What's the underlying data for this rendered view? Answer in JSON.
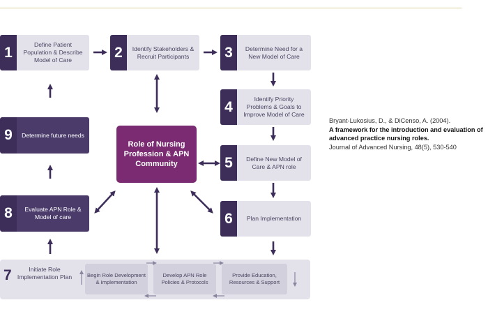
{
  "steps": [
    {
      "num": "1",
      "label": "Define Patient Population & Describe Model of Care"
    },
    {
      "num": "2",
      "label": "Identify Stakeholders & Recruit Participants"
    },
    {
      "num": "3",
      "label": "Determine Need for a New Model of Care"
    },
    {
      "num": "4",
      "label": "Identify Priority Problems & Goals to Improve Model of Care"
    },
    {
      "num": "5",
      "label": "Define New Model of Care & APN role"
    },
    {
      "num": "6",
      "label": "Plan Implementation"
    },
    {
      "num": "7",
      "label": "Initiate Role Implementation Plan"
    },
    {
      "num": "8",
      "label": "Evaluate APN Role & Model of care"
    },
    {
      "num": "9",
      "label": "Determine future needs"
    }
  ],
  "center_label": "Role of Nursing Profession & APN Community",
  "implementation_subs": [
    "Begin Role Development & Implementation",
    "Develop APN Role Policies & Protocols",
    "Provide Education, Resources & Support"
  ],
  "citation": {
    "authors": "Bryant-Lukosius, D., & DiCenso, A. (2004).",
    "title": "A framework for the introduction and evaluation of advanced practice nursing roles.",
    "journal": "Journal of Advanced Nursing, 48(5), 530-540"
  },
  "colors": {
    "dark_purple": "#3c2d59",
    "center_magenta": "#7b2b72",
    "light_box": "#e3e2ea"
  }
}
